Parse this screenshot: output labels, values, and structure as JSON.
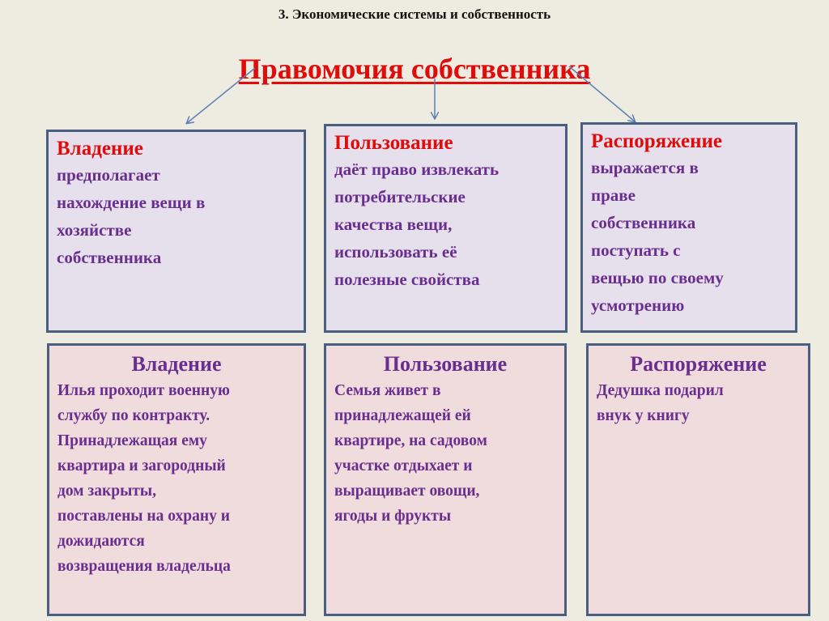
{
  "slide": {
    "title": "3. Экономические системы и собственность",
    "heading": "Правомочия собственника"
  },
  "colors": {
    "background": "#eeebe1",
    "heading_red": "#e00b0b",
    "text_purple": "#6a2e8e",
    "border": "#4a5f7f",
    "top_box_fill": "#e5e0ec",
    "bottom_box_fill": "#f0dcdc",
    "arrow": "#5b7fb5"
  },
  "definitions": [
    {
      "term": "Владение",
      "text": "предполагает\nнахождение вещи в\nхозяйстве\nсобственника"
    },
    {
      "term": "Пользование",
      "text": "даёт право извлекать\nпотребительские\nкачества вещи,\nиспользовать её\nполезные свойства"
    },
    {
      "term": "Распоряжение",
      "text": "выражается в\nправе\nсобственника\nпоступать с\nвещью по своему\nусмотрению"
    }
  ],
  "examples": [
    {
      "term": "Владение",
      "text": " Илья проходит военную\nслужбу по контракту.\nПринадлежащая ему\nквартира и загородный\nдом закрыты,\nпоставлены на охрану и\nдожидаются\nвозвращения владельца"
    },
    {
      "term": "Пользование",
      "text": "Семья живет в\nпринадлежащей ей\nквартире, на садовом\nучастке отдыхает и\nвыращивает овощи,\nягоды и фрукты"
    },
    {
      "term": "Распоряжение",
      "text": "Дедушка подарил\nвнук у книгу"
    }
  ]
}
